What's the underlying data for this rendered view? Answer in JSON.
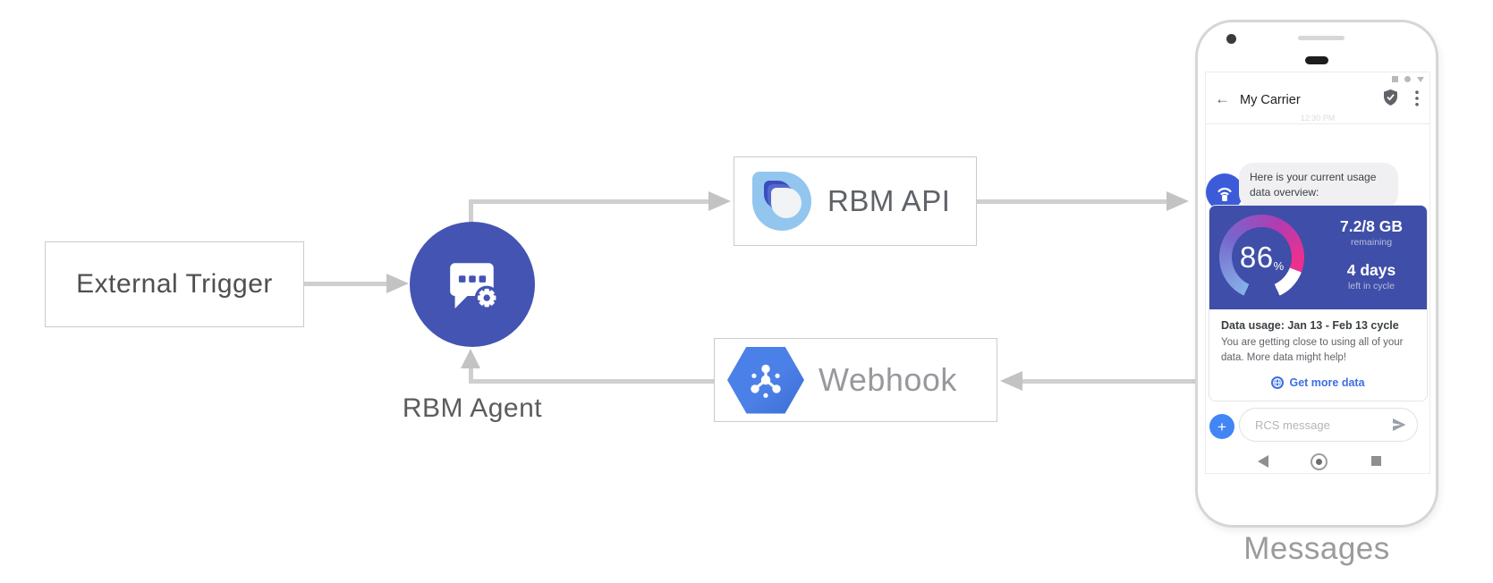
{
  "diagram": {
    "external_trigger_label": "External Trigger",
    "rbm_agent_label": "RBM Agent",
    "rbm_api_label": "RBM API",
    "webhook_label": "Webhook",
    "phone_caption": "Messages"
  },
  "phone": {
    "header": {
      "title": "My Carrier",
      "timestamp": "12:30 PM"
    },
    "conversation": {
      "agent_message": "Here is your current usage data overview:",
      "usage_card": {
        "gauge_percent": "86",
        "gauge_percent_symbol": "%",
        "remaining_value": "7.2/8 GB",
        "remaining_label": "remaining",
        "cycle_days_value": "4 days",
        "cycle_days_label": "left in cycle",
        "details_title": "Data usage: Jan 13 - Feb 13 cycle",
        "details_body": "You are getting close to using all of your data. More data might help!",
        "action_label": "Get more data"
      }
    },
    "compose": {
      "placeholder": "RCS message"
    }
  },
  "colors": {
    "agent_circle_blue": "#4454b3",
    "card_indigo": "#3f4ea8",
    "gauge_blue": "#85b2e8",
    "gauge_purple": "#7767cd",
    "gauge_magenta": "#b03cb2",
    "gauge_pink": "#ed2f8d",
    "action_link_blue": "#3d6fe0",
    "plus_button_blue": "#4285f4",
    "avatar_blue": "#3c5bd9",
    "hexagon_blue": "#4b80e8",
    "logo_light_blue": "#92c6ef",
    "logo_dark_blue": "#3a4cc0",
    "connector_gray": "#cfcfcf"
  }
}
